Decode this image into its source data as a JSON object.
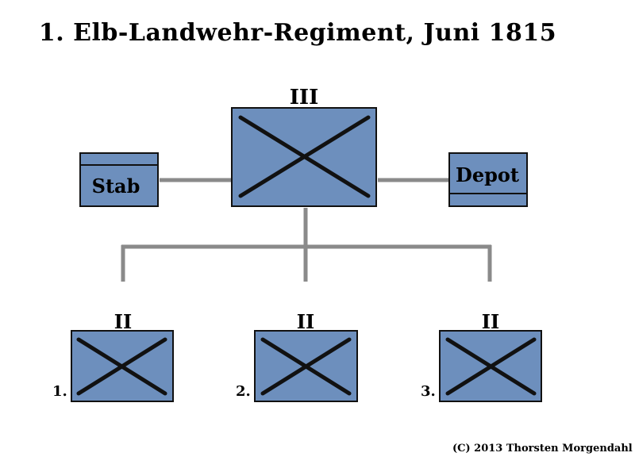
{
  "title": "1. Elb-Landwehr-Regiment, Juni 1815",
  "colors": {
    "unit_fill": "#6d8fbd",
    "outline": "#111111",
    "connector": "#8a8a8a"
  },
  "regiment": {
    "echelon": "III"
  },
  "stab": {
    "label": "Stab"
  },
  "depot": {
    "label": "Depot"
  },
  "battalions": [
    {
      "label": "1.",
      "echelon": "II"
    },
    {
      "label": "2.",
      "echelon": "II"
    },
    {
      "label": "3.",
      "echelon": "II"
    }
  ],
  "copyright": "(C) 2013 Thorsten Morgendahl"
}
